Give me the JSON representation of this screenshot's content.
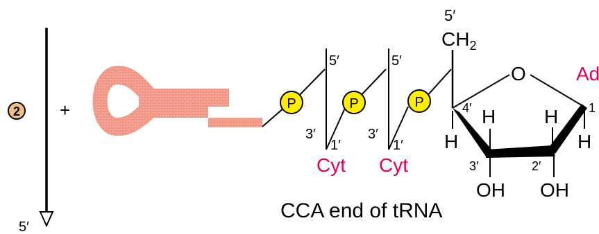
{
  "step_number": "2",
  "plus_sign": "+",
  "arrow_end_label": "5′",
  "prime_labels": {
    "p1_top": "5′",
    "p1_bottom_left": "3′",
    "p1_bottom_right": "1′",
    "p2_top": "5′",
    "p2_bottom_left": "3′",
    "p2_bottom_right": "1′",
    "ch2_top": "5′",
    "ring_c4": "4′",
    "ring_c3": "3′",
    "ring_c2": "2′",
    "ring_c1": "1"
  },
  "phosphate_label": "P",
  "base_labels": [
    "Cyt",
    "Cyt"
  ],
  "terminal_base_label": "Ad",
  "ch2_label": "CH",
  "ch2_subscript": "2",
  "ring_oxygen": "O",
  "hydrogen_label": "H",
  "hydroxyl_label": "OH",
  "caption": "CCA end of tRNA",
  "colors": {
    "trna_fill": "#f4a090",
    "phosphate_fill": "#ffee00",
    "base_text": "#e0005a",
    "ink": "#000000",
    "badge_fill": "#f0c080"
  }
}
